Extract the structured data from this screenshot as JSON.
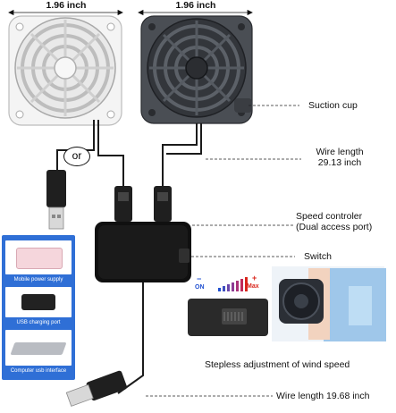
{
  "fans": {
    "left_width": "1.96 inch",
    "right_width": "1.96 inch"
  },
  "or_label": "or",
  "annotations": {
    "suction_cup": "Suction cup",
    "wire_length_top_1": "Wire length",
    "wire_length_top_2": "29.13 inch",
    "speed_controller_1": "Speed controler",
    "speed_controller_2": "(Dual access port)",
    "switch": "Switch",
    "stepless": "Stepless adjustment of wind speed",
    "wire_length_bottom": "Wire length 19.68 inch"
  },
  "speed_scale": {
    "minus": "−",
    "on": "ON",
    "max": "Max",
    "plus": "+"
  },
  "power_sources": [
    {
      "label": "Mobile power supply"
    },
    {
      "label": "USB charging port"
    },
    {
      "label": "Computer usb interface"
    }
  ],
  "colors": {
    "panel_blue": "#2f6fd6",
    "caption_blue": "#1a3fb0",
    "scale_red": "#d9261c",
    "scale_blue": "#1f4fd0",
    "fan_white": "#f2f2f2",
    "fan_black": "#3a3d42"
  }
}
